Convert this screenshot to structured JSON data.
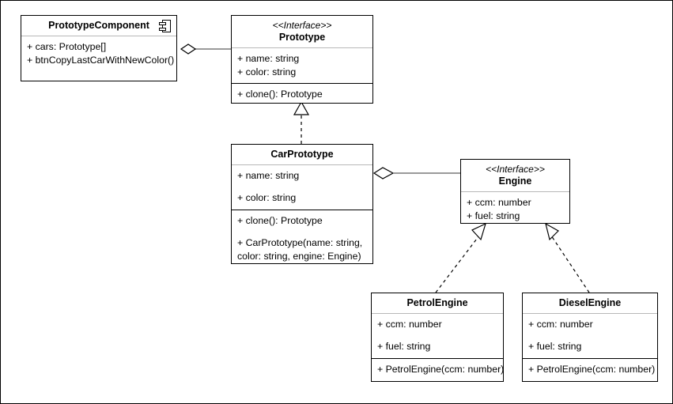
{
  "diagram": {
    "title": "Prototype pattern UML class diagram",
    "type": "uml-class-diagram",
    "background": "#ffffff",
    "frame_color": "#000000",
    "line_color": "#000000",
    "connector_gray": "#787878",
    "header_divider": "#b8b8b8"
  },
  "classes": {
    "prototype_component": {
      "name": "PrototypeComponent",
      "icon": "uml-component-icon",
      "attributes": [
        "+ cars: Prototype[]",
        "+ btnCopyLastCarWithNewColor()"
      ]
    },
    "prototype": {
      "stereotype": "<<Interface>>",
      "name": "Prototype",
      "attributes": [
        "+ name: string",
        "+ color: string"
      ],
      "methods": [
        "+ clone(): Prototype"
      ]
    },
    "car_prototype": {
      "name": "CarPrototype",
      "attributes": [
        "+ name: string",
        "+ color: string"
      ],
      "methods": [
        "+ clone(): Prototype",
        "+ CarPrototype(name: string, color: string, engine: Engine)"
      ]
    },
    "engine": {
      "stereotype": "<<Interface>>",
      "name": "Engine",
      "attributes": [
        "+ ccm: number",
        "+ fuel: string"
      ]
    },
    "petrol_engine": {
      "name": "PetrolEngine",
      "attributes": [
        "+ ccm: number",
        "+ fuel: string"
      ],
      "methods": [
        "+ PetrolEngine(ccm: number)"
      ]
    },
    "diesel_engine": {
      "name": "DieselEngine",
      "attributes": [
        "+ ccm: number",
        "+ fuel: string"
      ],
      "methods": [
        "+ PetrolEngine(ccm: number)"
      ]
    }
  },
  "relationships": [
    {
      "id": "component-to-prototype",
      "kind": "aggregation",
      "from": "PrototypeComponent",
      "to": "Prototype",
      "line": "solid",
      "source_marker": "hollow-diamond"
    },
    {
      "id": "carprototype-implements-prototype",
      "kind": "realization",
      "from": "CarPrototype",
      "to": "Prototype",
      "line": "dashed",
      "target_marker": "hollow-triangle"
    },
    {
      "id": "carprototype-to-engine",
      "kind": "aggregation",
      "from": "CarPrototype",
      "to": "Engine",
      "line": "solid",
      "source_marker": "hollow-diamond"
    },
    {
      "id": "petrolengine-implements-engine",
      "kind": "realization",
      "from": "PetrolEngine",
      "to": "Engine",
      "line": "dashed",
      "target_marker": "hollow-triangle"
    },
    {
      "id": "dieselengine-implements-engine",
      "kind": "realization",
      "from": "DieselEngine",
      "to": "Engine",
      "line": "dashed",
      "target_marker": "hollow-triangle"
    }
  ]
}
